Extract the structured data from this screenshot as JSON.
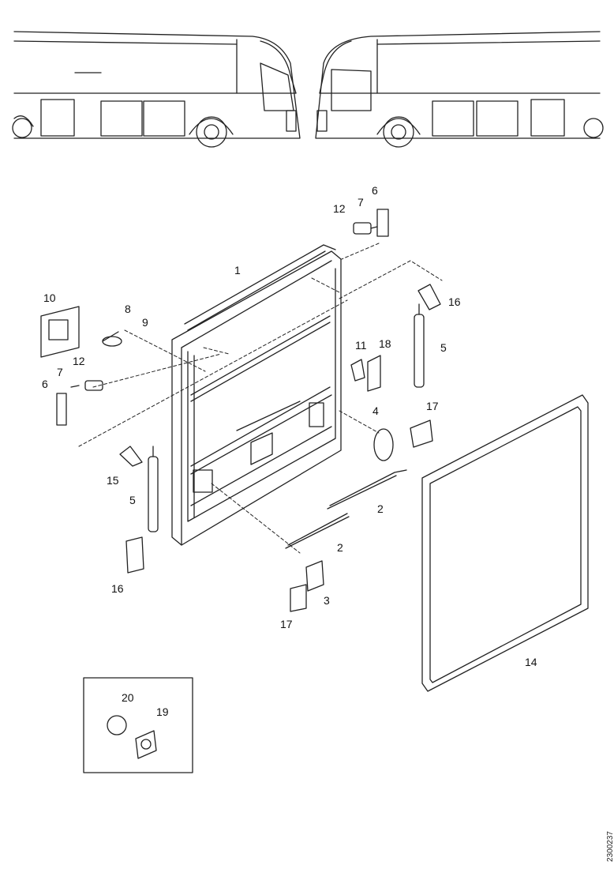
{
  "reference": "2300237",
  "callouts": {
    "c1": "1",
    "c2a": "2",
    "c2b": "2",
    "c3": "3",
    "c4": "4",
    "c5a": "5",
    "c5b": "5",
    "c6a": "6",
    "c6b": "6",
    "c7a": "7",
    "c7b": "7",
    "c8": "8",
    "c9": "9",
    "c10": "10",
    "c11": "11",
    "c12a": "12",
    "c12b": "12",
    "c14": "14",
    "c15": "15",
    "c16a": "16",
    "c16b": "16",
    "c17a": "17",
    "c17b": "17",
    "c18": "18",
    "c19": "19",
    "c20": "20"
  }
}
